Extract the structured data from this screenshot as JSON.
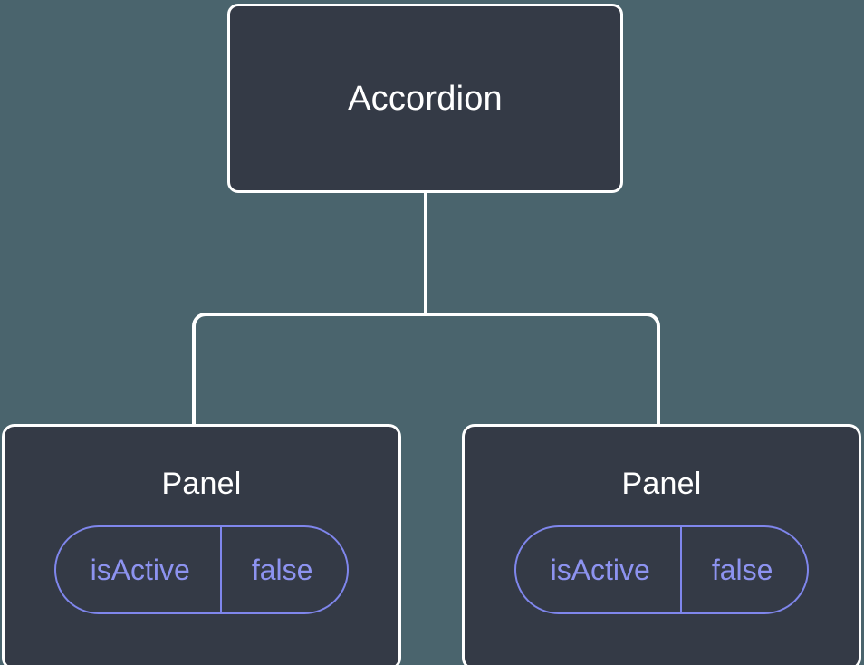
{
  "diagram": {
    "type": "component-tree",
    "background_color": "#4a646d",
    "node_fill_color": "#343a46",
    "node_border_color": "#ffffff",
    "edge_color": "#ffffff",
    "accent_color": "#8d93f0",
    "root": {
      "label": "Accordion"
    },
    "children": [
      {
        "label": "Panel",
        "prop": {
          "key": "isActive",
          "value": "false"
        }
      },
      {
        "label": "Panel",
        "prop": {
          "key": "isActive",
          "value": "false"
        }
      }
    ]
  }
}
